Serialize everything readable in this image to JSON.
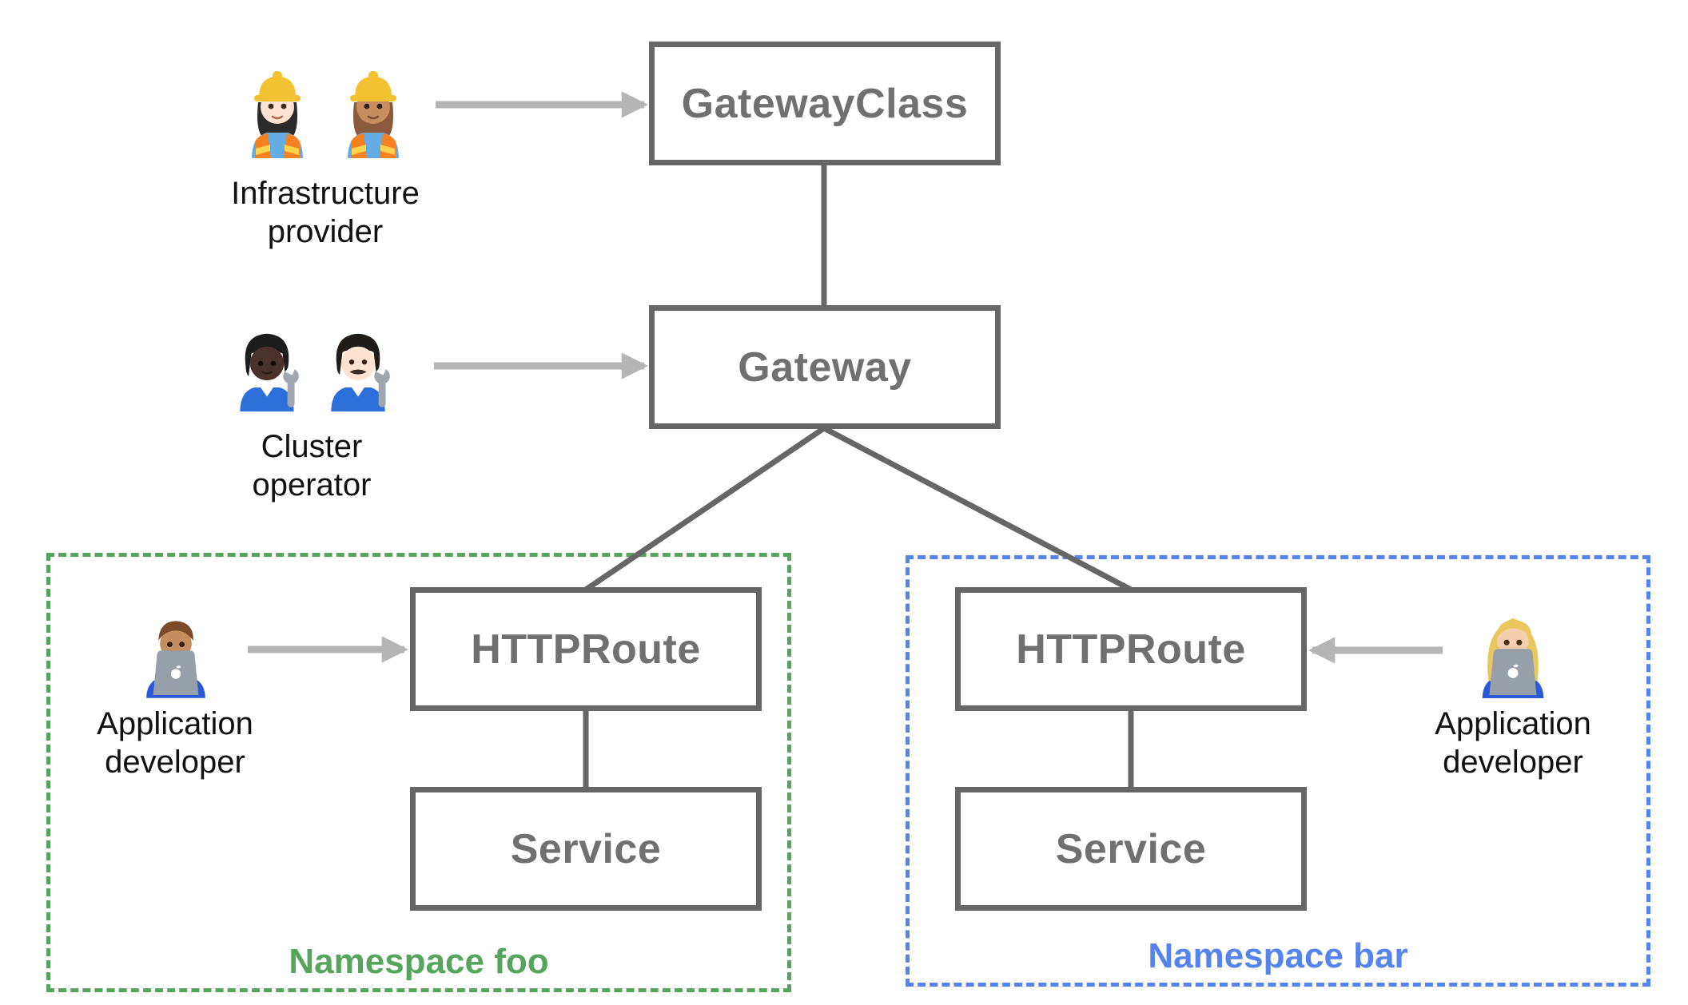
{
  "boxes": {
    "gateway_class": {
      "label": "GatewayClass"
    },
    "gateway": {
      "label": "Gateway"
    },
    "httproute_foo": {
      "label": "HTTPRoute"
    },
    "service_foo": {
      "label": "Service"
    },
    "httproute_bar": {
      "label": "HTTPRoute"
    },
    "service_bar": {
      "label": "Service"
    }
  },
  "namespaces": {
    "foo": {
      "label": "Namespace foo",
      "accent_color": "#55A55C",
      "border_style": "dashed"
    },
    "bar": {
      "label": "Namespace bar",
      "accent_color": "#5584EE",
      "border_style": "dashed"
    }
  },
  "actors": {
    "infrastructure_provider": {
      "line1": "Infrastructure",
      "line2": "provider",
      "icons": [
        "woman-construction-worker-light-skin-icon",
        "woman-construction-worker-medium-skin-icon"
      ]
    },
    "cluster_operator": {
      "line1": "Cluster",
      "line2": "operator",
      "icons": [
        "mechanic-dark-skin-icon",
        "man-mechanic-light-skin-icon"
      ]
    },
    "application_developer_foo": {
      "line1": "Application",
      "line2": "developer",
      "icons": [
        "man-technologist-icon"
      ]
    },
    "application_developer_bar": {
      "line1": "Application",
      "line2": "developer",
      "icons": [
        "woman-technologist-icon"
      ]
    }
  },
  "colors": {
    "box_border": "#666666",
    "box_label": "#707070",
    "connector_line": "#666666",
    "arrow": "#B5B5B5",
    "actor_label": "#111111",
    "namespace_foo_accent": "#55A55C",
    "namespace_bar_accent": "#5584EE",
    "background": "#FFFFFF"
  }
}
